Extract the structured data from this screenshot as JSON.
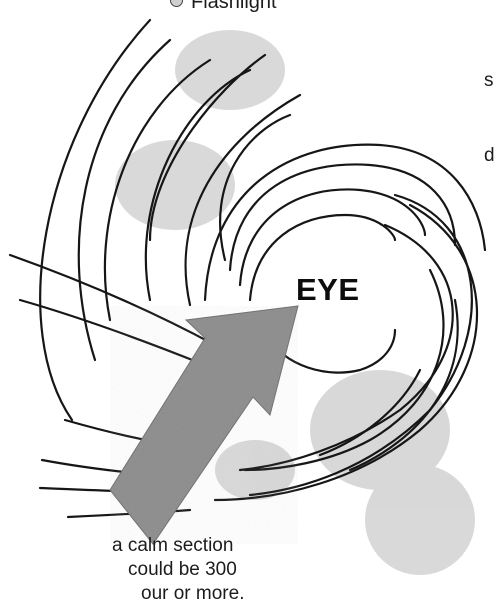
{
  "header": {
    "item_label": "Flashlight"
  },
  "fragments": {
    "line1": "s",
    "line2": "d"
  },
  "diagram": {
    "eye_label": "EYE"
  },
  "caption": {
    "line1": "a calm section",
    "line2": "could be 300",
    "line3": "our or more."
  },
  "icons": {
    "bullet": "flashlight-bullet-icon",
    "arrow": "arrow-icon"
  },
  "colors": {
    "arrow": "#8a8a8a",
    "lines": "#161616",
    "speckle": "#b5b5b5"
  }
}
